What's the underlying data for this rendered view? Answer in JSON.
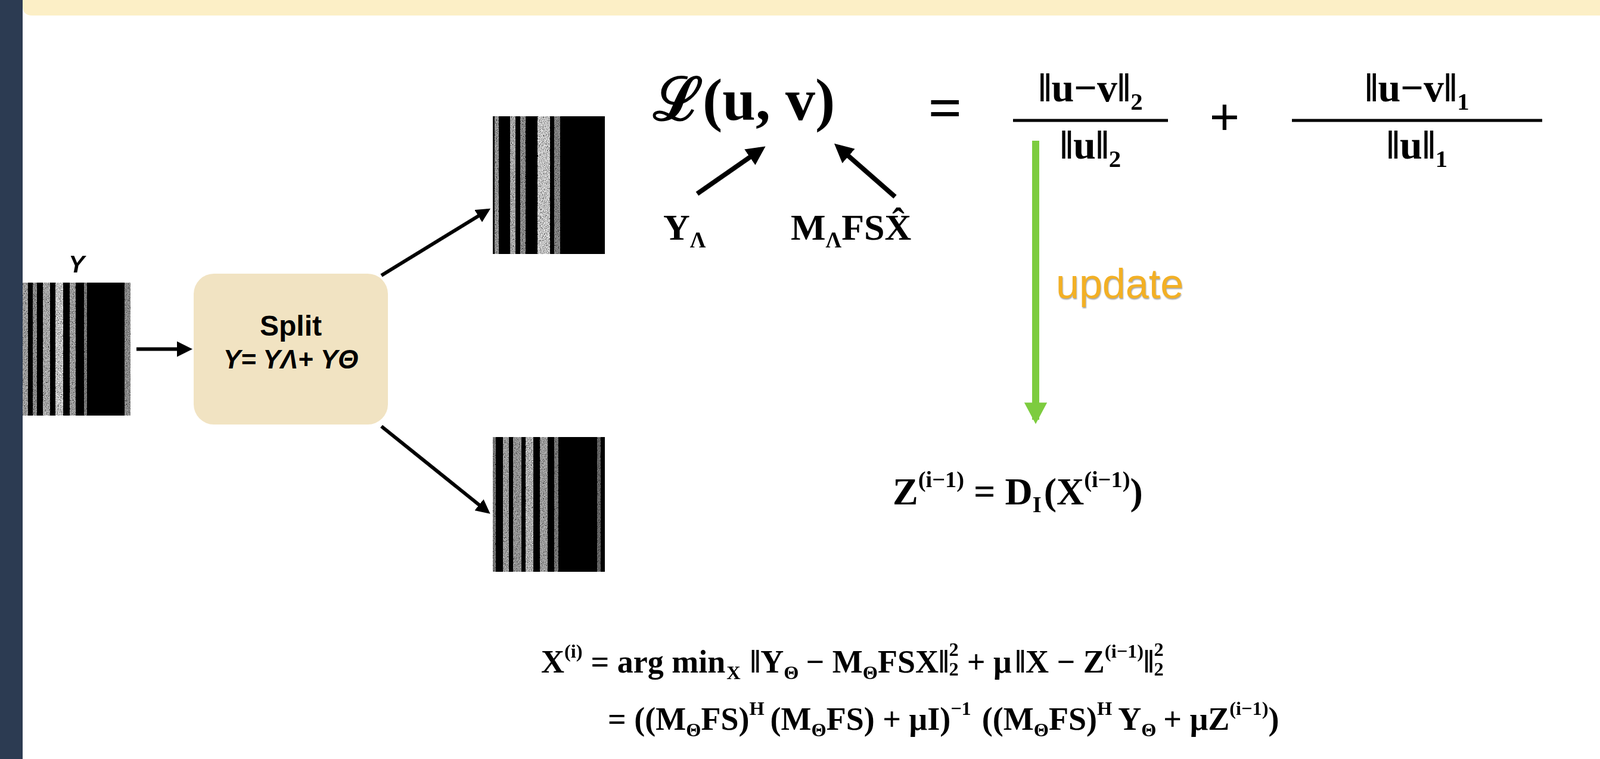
{
  "diagram": {
    "nodes": [
      {
        "text": [
          "Y"
        ]
      },
      {
        "text": [
          "Split",
          "Y= YΛ+ YΘ"
        ]
      }
    ],
    "edges": [
      {
        "from": 0,
        "to": 1,
        "arrow": "to"
      }
    ],
    "labels": [
      "ℒ(u, v)",
      "=",
      "‖u−v‖",
      "2",
      "‖u‖",
      "2",
      "+",
      "‖u−v‖",
      "1",
      "‖u‖",
      "1",
      "Y",
      "Λ",
      "M",
      "Λ",
      "FSX̂",
      "update",
      "Z",
      "(i−1)",
      "= D",
      "I",
      "(X",
      "(i−1)",
      ")",
      "X",
      "(i)",
      "= arg min",
      "X",
      "‖Y",
      "Θ",
      "− M",
      "Θ",
      "FSX‖",
      "2",
      "2",
      "+ μ",
      "‖X − Z",
      "(i−1)",
      "‖",
      "2",
      "2",
      "= ((M",
      "Θ",
      "FS)",
      "H",
      "(M",
      "Θ",
      "FS) + μI)",
      "−1",
      "((M",
      "Θ",
      "FS)",
      "H",
      "Y",
      "Θ",
      "+ μZ",
      "(i−1)",
      ")"
    ]
  }
}
